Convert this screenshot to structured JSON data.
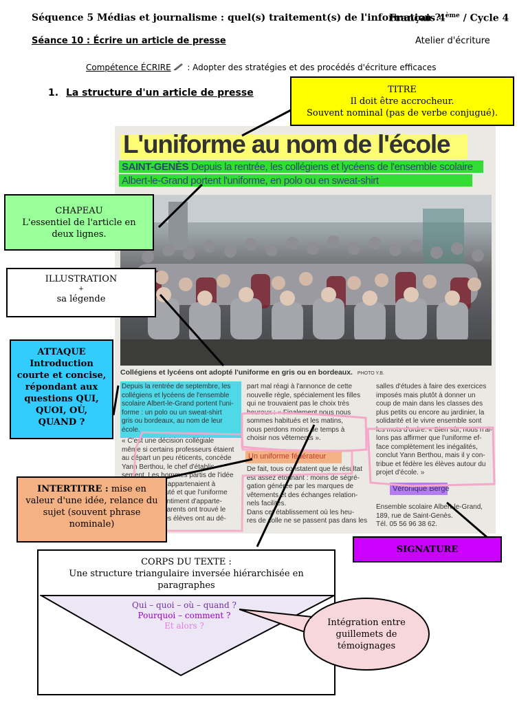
{
  "header": {
    "sequence": "Séquence 5 Médias et journalisme : quel(s) traitement(s) de l'information ?",
    "level": "Français 4ème / Cycle 4",
    "seance": "Séance 10 : Écrire un article de presse",
    "atelier": "Atelier d'écriture",
    "competence_label": "Compétence ÉCRIRE",
    "competence_text": ": Adopter des stratégies et des procédés d'écriture efficaces",
    "section_number": "1.",
    "section_title": "La structure d'un article de presse"
  },
  "article": {
    "headline": "L'uniforme au nom de l'école",
    "location": "SAINT-GENÈS",
    "chapeau": "Depuis la rentrée, les collégiens et lycéens de l'ensemble scolaire Albert-le-Grand portent l'uniforme, en polo ou en sweat-shirt",
    "caption": "Collégiens et lycéens ont adopté l'uniforme en gris ou en bordeaux.",
    "photo_credit": "PHOTO Y.B.",
    "col1_top": "Depuis la rentrée de septembre, les\ncollégiens et lycéens de l'ensemble\nscolaire Albert-le-Grand portent l'uni-\nforme : un polo ou un sweat-shirt\ngris ou bordeaux, au nom de leur\nécole.",
    "col1_quote": "« C'est une décision collégiale\nmême si certains professeurs étaient\nau départ un peu réticents, concède\nYann Berthou, le chef d'établis-\nsement. Les hommes partis de l'idée\nque les élèves appartenaient à\nune communauté et que l'uniforme\nrenforçait le sentiment d'apparte-\nnance. » Les parents ont trouvé le\nprojet positif, les élèves ont au dé-",
    "col2_top": "part mal réagi à l'annonce de cette\nnouvelle règle, spécialement les filles\nqui ne trouvaient pas le choix très\nheureux : « Finalement nous nous\nsommes habitués et les matins,\nnous perdons moins de temps à\nchoisir nos vêtements ».",
    "intertitre": "Un uniforme fédérateur",
    "col2_bottom": "De fait, tous constatent que le résultat\nest assez étonnant : moins de ségré-\ngation générée par les marques de\nvêtements et des échanges relation-\nnels facilités.\n   Dans cet établissement où les heu-\nres de colle ne se passent pas dans les",
    "col3_top": "salles d'études à faire des exercices\nimposés mais plutôt à donner un\ncoup de main dans les classes des\nplus petits ou encore au jardinier, la\nsolidarité et le vivre ensemble sont\nles mots d'ordre. « Bien sûr, nous n'al-\nlons pas affirmer que l'uniforme ef-\nface complètement les inégalités,\nconclut Yann Berthou, mais il y con-\ntribue et fédère les élèves autour du\nprojet d'école. »",
    "signature": "Véronique Bergé",
    "address": "Ensemble scolaire Albert-le-Grand,\n189, rue de Saint-Genès.\nTél. 05 56 96 38 62."
  },
  "labels": {
    "titre": {
      "title": "TITRE",
      "line1": "Il doit être accrocheur.",
      "line2": "Souvent nominal (pas de verbe conjugué)."
    },
    "chapeau": {
      "title": "CHAPEAU",
      "line1": "L'essentiel de l'article en",
      "line2": "deux lignes."
    },
    "illustration": {
      "title": "ILLUSTRATION",
      "plus": "+",
      "line1": "sa légende"
    },
    "attaque": {
      "title": "ATTAQUE",
      "line1": "Introduction",
      "line2": "courte et concise,",
      "line3": "répondant aux",
      "line4": "questions QUI,",
      "line5": "QUOI, OÙ,",
      "line6": "QUAND ?"
    },
    "intertitre": {
      "title": "INTERTITRE :",
      "rest": " mise en",
      "line2": "valeur d'une idée, relance du",
      "line3": "sujet (souvent phrase",
      "line4": "nominale)"
    },
    "signature": {
      "title": "SIGNATURE"
    },
    "corps": {
      "title": "CORPS DU TEXTE :",
      "line1": "Une structure triangulaire inversée hiérarchisée en",
      "line2": "paragraphes",
      "tri1": "Qui – quoi – où – quand ?",
      "tri2": "Pourquoi – comment ?",
      "tri3": "Et alors ?"
    },
    "guillemets": {
      "line1": "Intégration entre",
      "line2": "guillemets de",
      "line3": "témoignages"
    }
  },
  "colors": {
    "titre_bg": "#ffff00",
    "chapeau_bg": "#99ff99",
    "attaque_bg": "#33ccff",
    "intertitre_bg": "#f4b183",
    "signature_bg": "#cc00ff",
    "bubble_bg": "#f8d7dc",
    "triangle_bg": "#ece6f5",
    "quote_outline": "#f5a8c8",
    "tri1_color": "#7030a0",
    "tri2_color": "#9900cc",
    "tri3_color": "#e080e0"
  }
}
